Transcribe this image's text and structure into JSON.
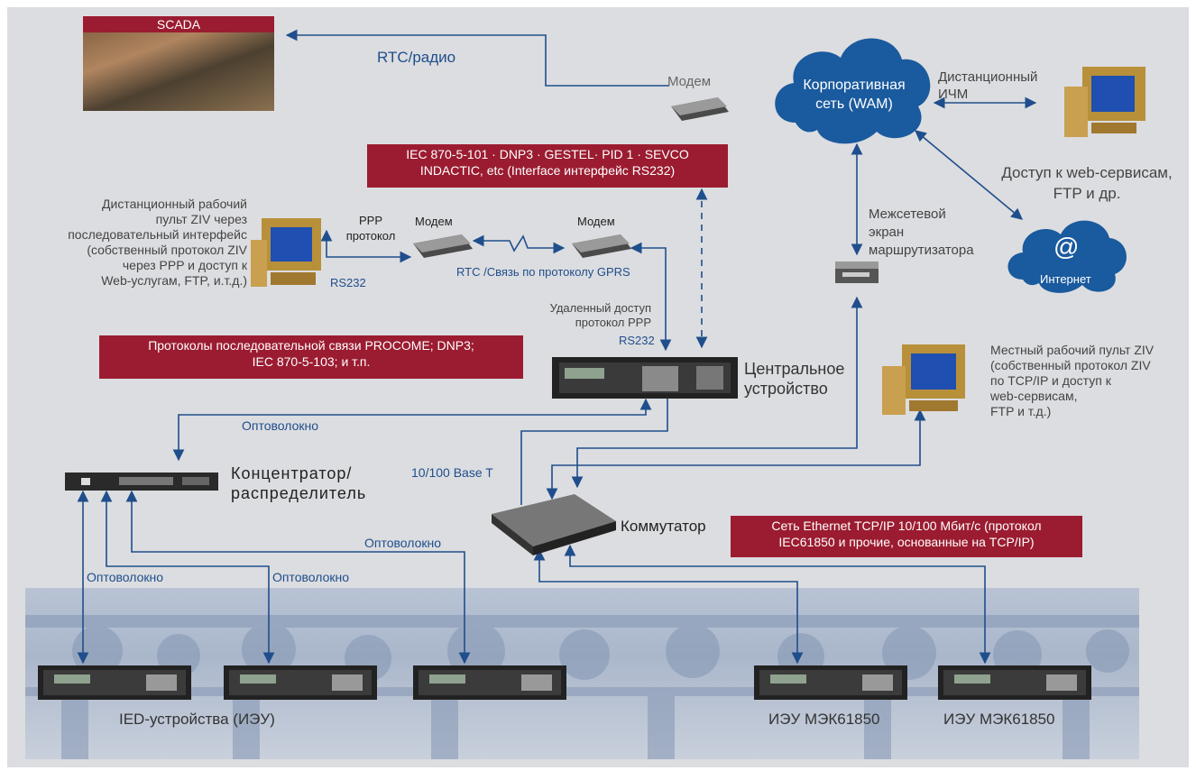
{
  "scada": {
    "title": "SCADA"
  },
  "links": {
    "rtc_radio": "RTC/радио",
    "rtc_gprs": "RTC /Связь по протоколу GPRS",
    "ppp_protocol": "PPP\nпротокол",
    "rs232_left": "RS232",
    "rs232_center": "RS232",
    "remote_access": "Удаленный доступ\nпротокол PPP",
    "fiber_top": "Оптоволокно",
    "fiber_a": "Оптоволокно",
    "fiber_b": "Оптоволокно",
    "fiber_c": "Оптоволокно",
    "base_t": "10/100 Base T"
  },
  "devices": {
    "modem_top": "Модем",
    "modem_left": "Модем",
    "modem_right": "Модем",
    "central": "Центральное\nустройство",
    "concentrator": "Концентратор/\nраспределитель",
    "switch": "Коммутатор",
    "firewall": "Межсетевой\nэкран\nмаршрутизатора",
    "corporate_net": "Корпоративная\nсеть (WAM)",
    "internet": "Интернет",
    "internet_symbol": "@",
    "remote_hmi": "Дистанционный\nИЧМ",
    "web_access": "Доступ к web-сервисам,\nFTP и др.",
    "remote_console": "Дистанционный рабочий\nпульт ZIV через\nпоследовательный интерфейс\n(собственный протокол ZIV\nчерез PPP и доступ к\nWeb-услугам, FTP, и.т.д.)",
    "local_console": "Местный рабочий пульт ZIV\n(собственный протокол ZIV\nпо TCP/IP и доступ к\nweb-сервисам,\nFTP и т.д.)",
    "ied_label": "IED-устройства (ИЭУ)",
    "iec_label_1": "ИЭУ МЭК61850",
    "iec_label_2": "ИЭУ МЭК61850"
  },
  "banners": {
    "protocols_top": "IEC 870-5-101 · DNP3 · GESTEL· PID 1 · SEVCO\nINDACTIC, etc (Interface интерфейс RS232)",
    "protocols_serial": "Протоколы последовательной связи PROCOME; DNP3;\nIEC 870-5-103; и т.п.",
    "ethernet": "Сеть Ethernet TCP/IP 10/100 Мбит/с (протокол\nIEC61850 и прочие, основанные на TCP/IP)"
  },
  "colors": {
    "banner": "#9b1c31",
    "line": "#1f4e8c",
    "cloud": "#1a5a9e",
    "background": "#dcdde0"
  }
}
